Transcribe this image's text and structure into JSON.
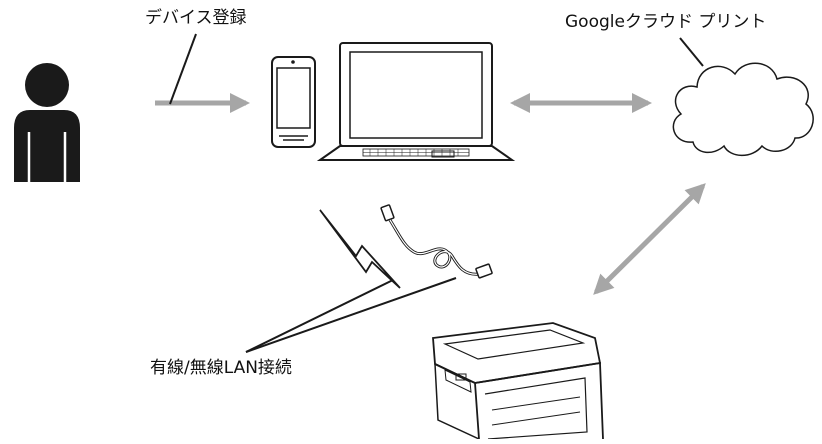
{
  "labels": {
    "device_registration": "デバイス登録",
    "cloud_print": "Googleクラウド プリント",
    "lan_connection": "有線/無線LAN接続"
  },
  "icons": [
    "person-icon",
    "smartphone-icon",
    "laptop-icon",
    "cloud-icon",
    "wireless-signal-icon",
    "ethernet-cable-icon",
    "printer-icon"
  ],
  "colors": {
    "arrow": "#a6a6a6",
    "outline": "#1a1a1a",
    "person": "#1a1a1a",
    "background": "#ffffff"
  }
}
